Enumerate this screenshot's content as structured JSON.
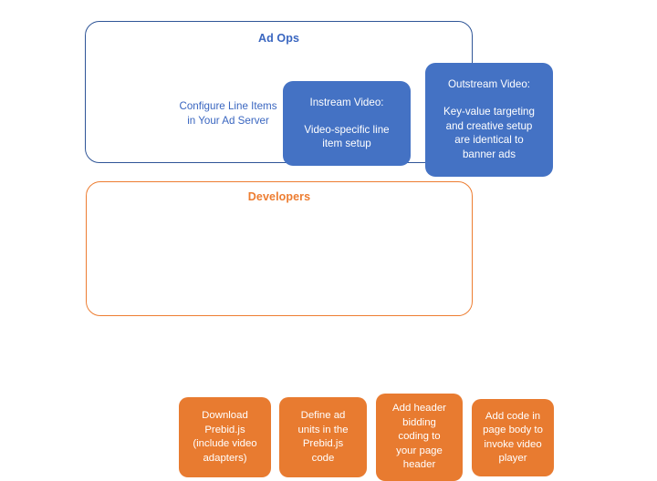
{
  "diagram": {
    "title": "Prebid video setup responsibilities",
    "colors": {
      "blue_fill": "#4472C4",
      "blue_border": "#2F5597",
      "blue_text": "#3A66C0",
      "orange_fill": "#E87B30",
      "orange_border": "#ED7D31",
      "orange_text": "#ED7D31",
      "background": "#FFFFFF"
    },
    "groups": [
      {
        "key": "ad_ops",
        "title": "Ad Ops",
        "nodes": {
          "configure": {
            "line1": "Configure Line",
            "line2": "Items in Your Ad",
            "line3": "Server"
          },
          "instream": {
            "heading": "Instream Video:",
            "body_line1": "Video-specific line",
            "body_line2": "item setup"
          },
          "outstream": {
            "heading": "Outstream Video:",
            "body_line1": "Key-value targeting",
            "body_line2": "and creative setup",
            "body_line3": "are identical to",
            "body_line4": "banner ads"
          }
        }
      },
      {
        "key": "developers",
        "title": "Developers",
        "nodes": {
          "dev1": {
            "line1": "Download",
            "line2": "Prebid.js",
            "line3": "(include video",
            "line4": "adapters)"
          },
          "dev2": {
            "line1": "Define ad",
            "line2": "units in the",
            "line3": "Prebid.js",
            "line4": "code"
          },
          "dev3": {
            "line1": "Add header",
            "line2": "bidding",
            "line3": "coding to",
            "line4": "your page",
            "line5": "header"
          },
          "dev4": {
            "line1": "Add code in",
            "line2": "page body to",
            "line3": "invoke video",
            "line4": "player"
          }
        }
      }
    ]
  }
}
